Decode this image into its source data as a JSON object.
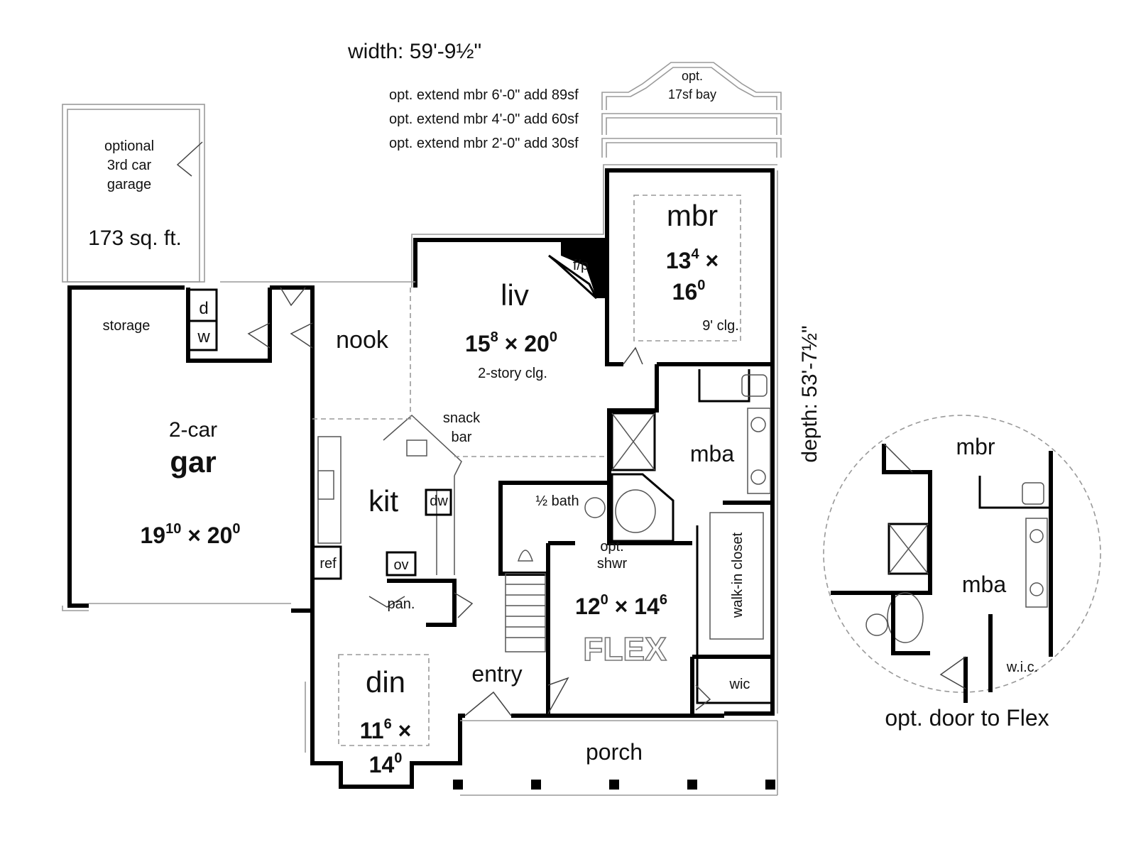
{
  "dimensions": {
    "width": "width:  59'-9½\"",
    "depth": "depth:  53'-7½\""
  },
  "options": {
    "extend_6": "opt. extend mbr 6'-0\" add 89sf",
    "extend_4": "opt. extend mbr 4'-0\" add 60sf",
    "extend_2": "opt. extend mbr 2'-0\" add 30sf",
    "bay_line1": "opt.",
    "bay_line2": "17sf bay"
  },
  "third_garage": {
    "line1": "optional",
    "line2": "3rd car",
    "line3": "garage",
    "area": "173 sq. ft."
  },
  "garage": {
    "storage": "storage",
    "subtitle": "2-car",
    "name": "gar",
    "size_a": "19",
    "size_a_sup": "10",
    "size_x": " × ",
    "size_b": "20",
    "size_b_sup": "0"
  },
  "laundry": {
    "dryer": "d",
    "washer": "w"
  },
  "nook": "nook",
  "living": {
    "name": "liv",
    "size_a": "15",
    "size_a_sup": "8",
    "size_x": " × ",
    "size_b": "20",
    "size_b_sup": "0",
    "note": "2-story clg.",
    "fireplace": "f/p"
  },
  "master": {
    "name": "mbr",
    "size_a": "13",
    "size_a_sup": "4",
    "size_x": " ×",
    "size_b": "16",
    "size_b_sup": "0",
    "note": "9' clg."
  },
  "master_bath": "mba",
  "walk_in_closet": "walk-in closet",
  "kitchen": {
    "name": "kit",
    "snack1": "snack",
    "snack2": "bar",
    "dw": "dw",
    "ref": "ref",
    "ov": "ov",
    "pantry": "pan."
  },
  "half_bath": "½ bath",
  "flex": {
    "opt1": "opt.",
    "opt2": "shwr",
    "size_a": "12",
    "size_a_sup": "0",
    "size_x": " × ",
    "size_b": "14",
    "size_b_sup": "6",
    "stamp": "FLEX"
  },
  "wic": "wic",
  "entry": "entry",
  "dining": {
    "name": "din",
    "size_a": "11",
    "size_a_sup": "6",
    "size_x": " ×",
    "size_b": "14",
    "size_b_sup": "0"
  },
  "porch": "porch",
  "detail": {
    "mbr": "mbr",
    "mba": "mba",
    "wic": "w.i.c.",
    "caption": "opt. door to Flex"
  }
}
